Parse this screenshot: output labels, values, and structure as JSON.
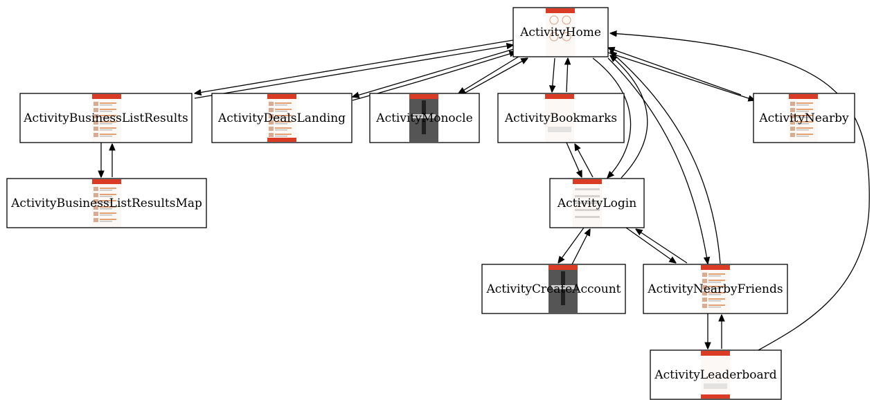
{
  "diagram": {
    "nodes": [
      {
        "id": "home",
        "label": "ActivityHome",
        "thumb": "menu-grid"
      },
      {
        "id": "blr",
        "label": "ActivityBusinessListResults",
        "thumb": "list"
      },
      {
        "id": "deals",
        "label": "ActivityDealsLanding",
        "thumb": "list"
      },
      {
        "id": "monocle",
        "label": "ActivityMonocle",
        "thumb": "dark"
      },
      {
        "id": "bookmarks",
        "label": "ActivityBookmarks",
        "thumb": "header"
      },
      {
        "id": "nearby",
        "label": "ActivityNearby",
        "thumb": "list"
      },
      {
        "id": "blrmap",
        "label": "ActivityBusinessListResultsMap",
        "thumb": "list"
      },
      {
        "id": "login",
        "label": "ActivityLogin",
        "thumb": "form"
      },
      {
        "id": "create",
        "label": "ActivityCreateAccount",
        "thumb": "dark"
      },
      {
        "id": "friends",
        "label": "ActivityNearbyFriends",
        "thumb": "list"
      },
      {
        "id": "leader",
        "label": "ActivityLeaderboard",
        "thumb": "header"
      }
    ],
    "edges": [
      {
        "from": "home",
        "to": "blr"
      },
      {
        "from": "blr",
        "to": "home"
      },
      {
        "from": "home",
        "to": "deals"
      },
      {
        "from": "deals",
        "to": "home"
      },
      {
        "from": "home",
        "to": "monocle"
      },
      {
        "from": "monocle",
        "to": "home"
      },
      {
        "from": "home",
        "to": "bookmarks"
      },
      {
        "from": "bookmarks",
        "to": "home"
      },
      {
        "from": "home",
        "to": "nearby"
      },
      {
        "from": "nearby",
        "to": "home"
      },
      {
        "from": "home",
        "to": "login"
      },
      {
        "from": "login",
        "to": "home"
      },
      {
        "from": "home",
        "to": "friends"
      },
      {
        "from": "friends",
        "to": "home"
      },
      {
        "from": "leader",
        "to": "home"
      },
      {
        "from": "blr",
        "to": "blrmap"
      },
      {
        "from": "blrmap",
        "to": "blr"
      },
      {
        "from": "bookmarks",
        "to": "login"
      },
      {
        "from": "login",
        "to": "bookmarks"
      },
      {
        "from": "login",
        "to": "create"
      },
      {
        "from": "create",
        "to": "login"
      },
      {
        "from": "login",
        "to": "friends"
      },
      {
        "from": "friends",
        "to": "login"
      },
      {
        "from": "friends",
        "to": "leader"
      },
      {
        "from": "leader",
        "to": "friends"
      }
    ],
    "colors": {
      "thumb_accent": "#d93b24",
      "thumb_dark": "#555555",
      "thumb_light": "#f2e4dc"
    }
  }
}
